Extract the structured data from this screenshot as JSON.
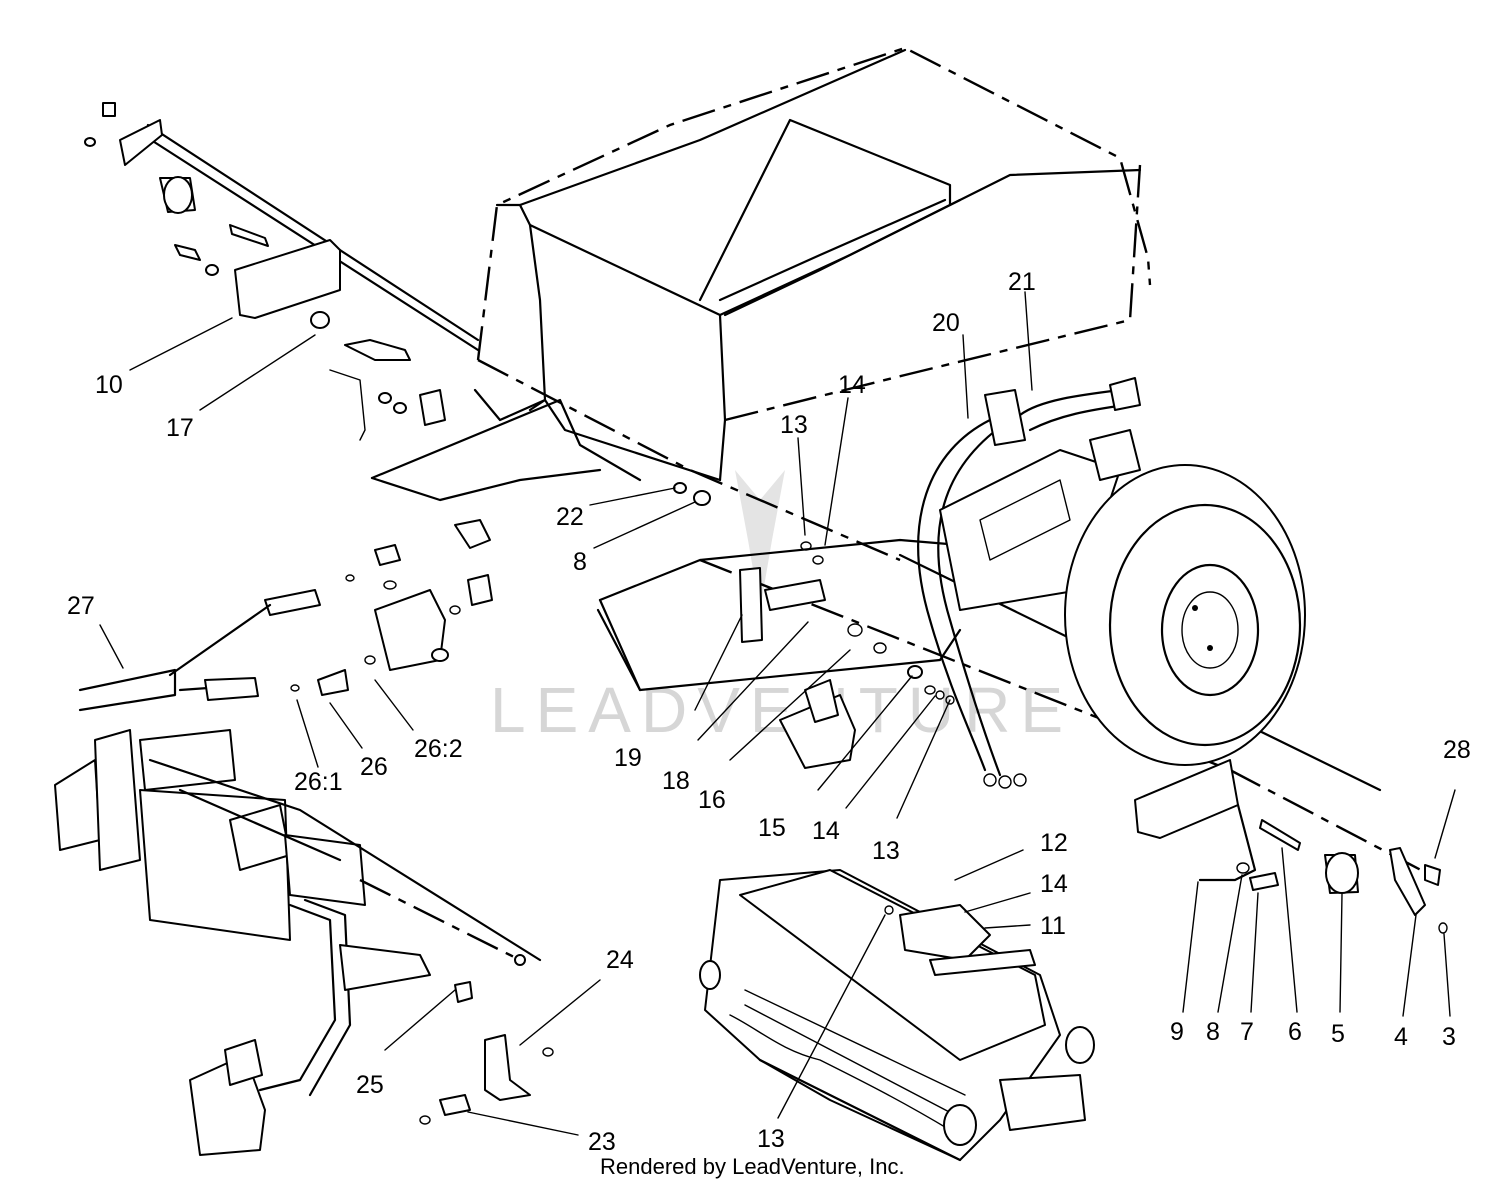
{
  "diagram": {
    "callouts": [
      {
        "id": "c10",
        "label": "10"
      },
      {
        "id": "c17",
        "label": "17"
      },
      {
        "id": "c20",
        "label": "20"
      },
      {
        "id": "c21",
        "label": "21"
      },
      {
        "id": "c14a",
        "label": "14"
      },
      {
        "id": "c13a",
        "label": "13"
      },
      {
        "id": "c22",
        "label": "22"
      },
      {
        "id": "c8a",
        "label": "8"
      },
      {
        "id": "c27",
        "label": "27"
      },
      {
        "id": "c26-1",
        "label": "26:1"
      },
      {
        "id": "c26",
        "label": "26"
      },
      {
        "id": "c26-2",
        "label": "26:2"
      },
      {
        "id": "c19",
        "label": "19"
      },
      {
        "id": "c18",
        "label": "18"
      },
      {
        "id": "c16",
        "label": "16"
      },
      {
        "id": "c15",
        "label": "15"
      },
      {
        "id": "c14b",
        "label": "14"
      },
      {
        "id": "c13b",
        "label": "13"
      },
      {
        "id": "c12",
        "label": "12"
      },
      {
        "id": "c14c",
        "label": "14"
      },
      {
        "id": "c11",
        "label": "11"
      },
      {
        "id": "c28",
        "label": "28"
      },
      {
        "id": "c9",
        "label": "9"
      },
      {
        "id": "c8b",
        "label": "8"
      },
      {
        "id": "c7",
        "label": "7"
      },
      {
        "id": "c6",
        "label": "6"
      },
      {
        "id": "c5",
        "label": "5"
      },
      {
        "id": "c4",
        "label": "4"
      },
      {
        "id": "c3",
        "label": "3"
      },
      {
        "id": "c24",
        "label": "24"
      },
      {
        "id": "c25",
        "label": "25"
      },
      {
        "id": "c23",
        "label": "23"
      },
      {
        "id": "c13c",
        "label": "13"
      }
    ],
    "footer": "Rendered by LeadVenture, Inc.",
    "watermark": "LEADVENTURE"
  }
}
